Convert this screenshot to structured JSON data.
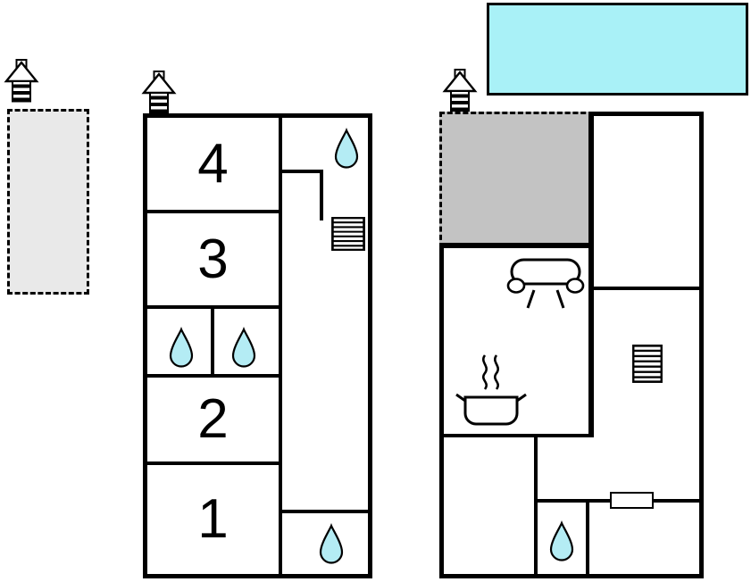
{
  "floorplan": {
    "left_building": {
      "rooms": [
        {
          "label": "4"
        },
        {
          "label": "3"
        },
        {
          "label": "2"
        },
        {
          "label": "1"
        }
      ]
    },
    "colors": {
      "pool": "#a9f1f7",
      "terrace_gray": "#c3c3c3",
      "terrace_light": "#e9e9e9",
      "drop": "#b4ecf4",
      "wall": "#000000"
    },
    "icons": {
      "entrance": "striped-house entrance marker",
      "water_drop": "water drop (bath/shower/WC)",
      "stairs": "staircase",
      "sofa": "sofa (living room)",
      "stove": "steaming pot (kitchen)",
      "window_marker": "window/door opening",
      "pool": "swimming pool",
      "terrace": "terrace area"
    }
  }
}
